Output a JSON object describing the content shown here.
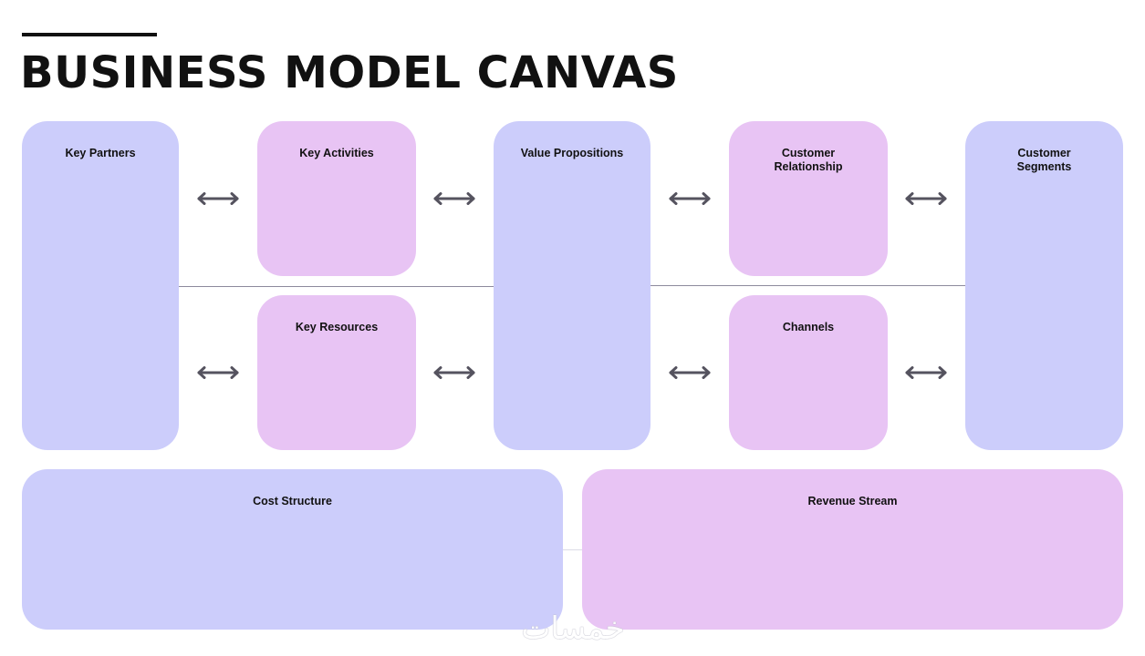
{
  "title": "BUSINESS MODEL CANVAS",
  "colors": {
    "blue_box": "#cccdfb",
    "pink_box": "#e8c4f4",
    "arrow": "#55535f",
    "title": "#111111"
  },
  "boxes": {
    "key_partners": {
      "label": [
        "Key Partners"
      ]
    },
    "key_activities": {
      "label": [
        "Key Activities"
      ]
    },
    "key_resources": {
      "label": [
        "Key Resources"
      ]
    },
    "value_propositions": {
      "label": [
        "Value Propositions"
      ]
    },
    "customer_relationship": {
      "label": [
        "Customer",
        "Relationship"
      ]
    },
    "channels": {
      "label": [
        "Channels"
      ]
    },
    "customer_segments": {
      "label": [
        "Customer",
        "Segments"
      ]
    },
    "cost_structure": {
      "label": [
        "Cost Structure"
      ]
    },
    "revenue_stream": {
      "label": [
        "Revenue Stream"
      ]
    }
  },
  "icons": {
    "arrow": "double-headed-arrow-icon"
  },
  "watermark": {
    "text": "خمسات"
  }
}
